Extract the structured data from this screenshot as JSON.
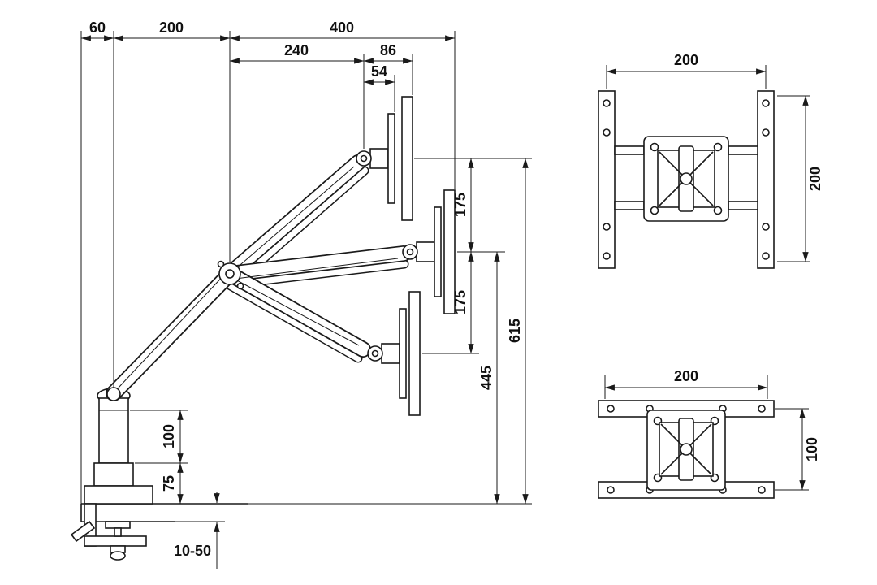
{
  "side_view": {
    "d60": "60",
    "d200": "200",
    "d400": "400",
    "d240": "240",
    "d86": "86",
    "d54": "54",
    "d175_top": "175",
    "d175_bottom": "175",
    "d615": "615",
    "d445": "445",
    "d100": "100",
    "d75": "75",
    "d10_50": "10-50"
  },
  "vesa_top": {
    "width": "200",
    "height": "200"
  },
  "vesa_bottom": {
    "width": "200",
    "height": "100"
  },
  "colors": {
    "line": "#1a1a1a",
    "background": "#ffffff"
  }
}
